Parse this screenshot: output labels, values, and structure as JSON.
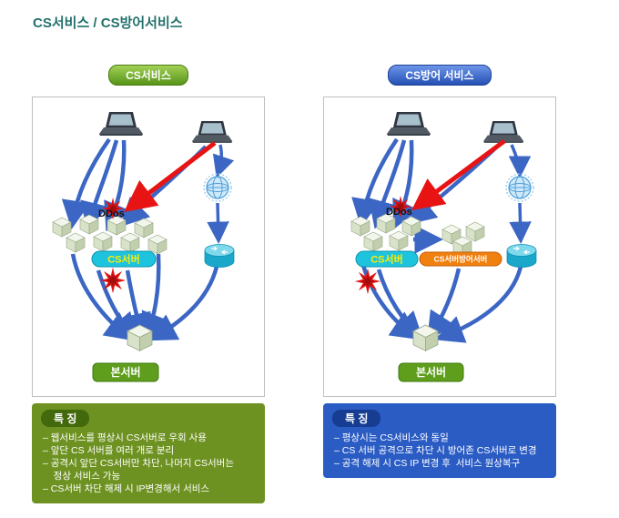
{
  "page": {
    "title": "CS서비스 / CS방어서비스"
  },
  "colors": {
    "service_badge_green": "#68a41f",
    "defense_badge_blue": "#2a55b8",
    "cs_server_badge": "#1ec4de",
    "cs_server_text": "#ffec00",
    "defense_server_badge": "#f08010",
    "main_server_badge": "#5f9e1d",
    "features_green": "#6e9222",
    "features_blue": "#2b5cc4",
    "attack_red": "#e81414",
    "arrow_blue": "#3b66c4"
  },
  "panels": [
    {
      "badge": "CS서비스",
      "diagram": {
        "attack_label": "DDos",
        "cs_server_label": "CS서버",
        "main_server_label": "본서버"
      },
      "features": {
        "title": "특 징",
        "items": [
          "– 웹서비스를 평상시 CS서버로 우회 사용",
          "– 앞단 CS 서버를 여러 개로 분리",
          "– 공격시 앞단 CS서버만 차단, 나머지 CS서버는",
          "    정상 서비스 가능",
          "– CS서버 차단 해제 시 IP변경해서 서비스"
        ]
      }
    },
    {
      "badge": "CS방어 서비스",
      "diagram": {
        "attack_label": "DDos",
        "cs_server_label": "CS서버",
        "defense_server_label": "CS서버방어서버",
        "main_server_label": "본서버"
      },
      "features": {
        "title": "특 징",
        "items": [
          "– 평상시는 CS서비스와 동일",
          "– CS 서버 공격으로 차단 시 방어존 CS서버로 변경",
          "– 공격 해제 시 CS IP 변경 후  서비스 원상복구"
        ]
      }
    }
  ]
}
